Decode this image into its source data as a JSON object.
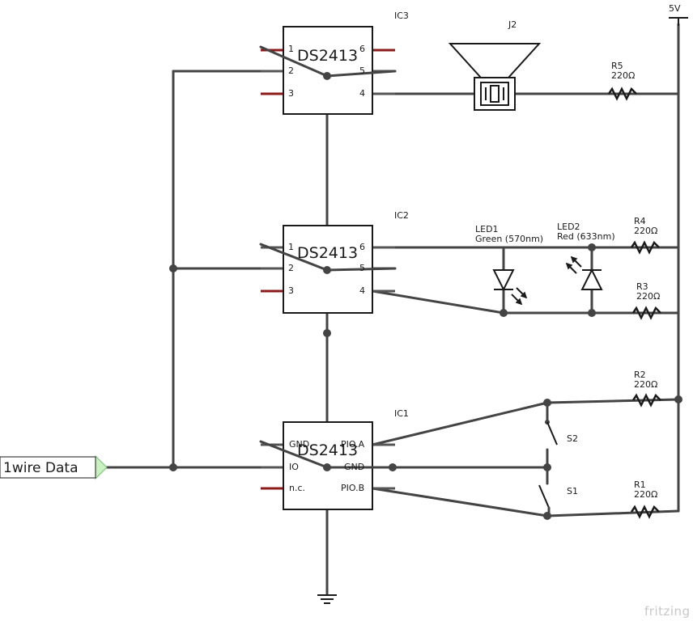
{
  "diagram": {
    "supply_label": "5V",
    "port_label": "1wire Data",
    "brand": "fritzing",
    "ic3": {
      "ref": "IC3",
      "chip": "DS2413",
      "pins": [
        "1",
        "2",
        "3",
        "4",
        "5",
        "6"
      ]
    },
    "ic2": {
      "ref": "IC2",
      "chip": "DS2413",
      "pins": [
        "1",
        "2",
        "3",
        "4",
        "5",
        "6"
      ]
    },
    "ic1": {
      "ref": "IC1",
      "chip": "DS2413",
      "pins": [
        "GND",
        "IO",
        "n.c.",
        "PIO.A",
        "GND",
        "PIO.B"
      ]
    },
    "j2": {
      "ref": "J2"
    },
    "r5": {
      "ref": "R5",
      "value": "220Ω"
    },
    "r4": {
      "ref": "R4",
      "value": "220Ω"
    },
    "r3": {
      "ref": "R3",
      "value": "220Ω"
    },
    "r2": {
      "ref": "R2",
      "value": "220Ω"
    },
    "r1": {
      "ref": "R1",
      "value": "220Ω"
    },
    "led1": {
      "ref": "LED1",
      "value": "Green (570nm)"
    },
    "led2": {
      "ref": "LED2",
      "value": "Red (633nm)"
    },
    "s1": {
      "ref": "S1"
    },
    "s2": {
      "ref": "S2"
    }
  }
}
